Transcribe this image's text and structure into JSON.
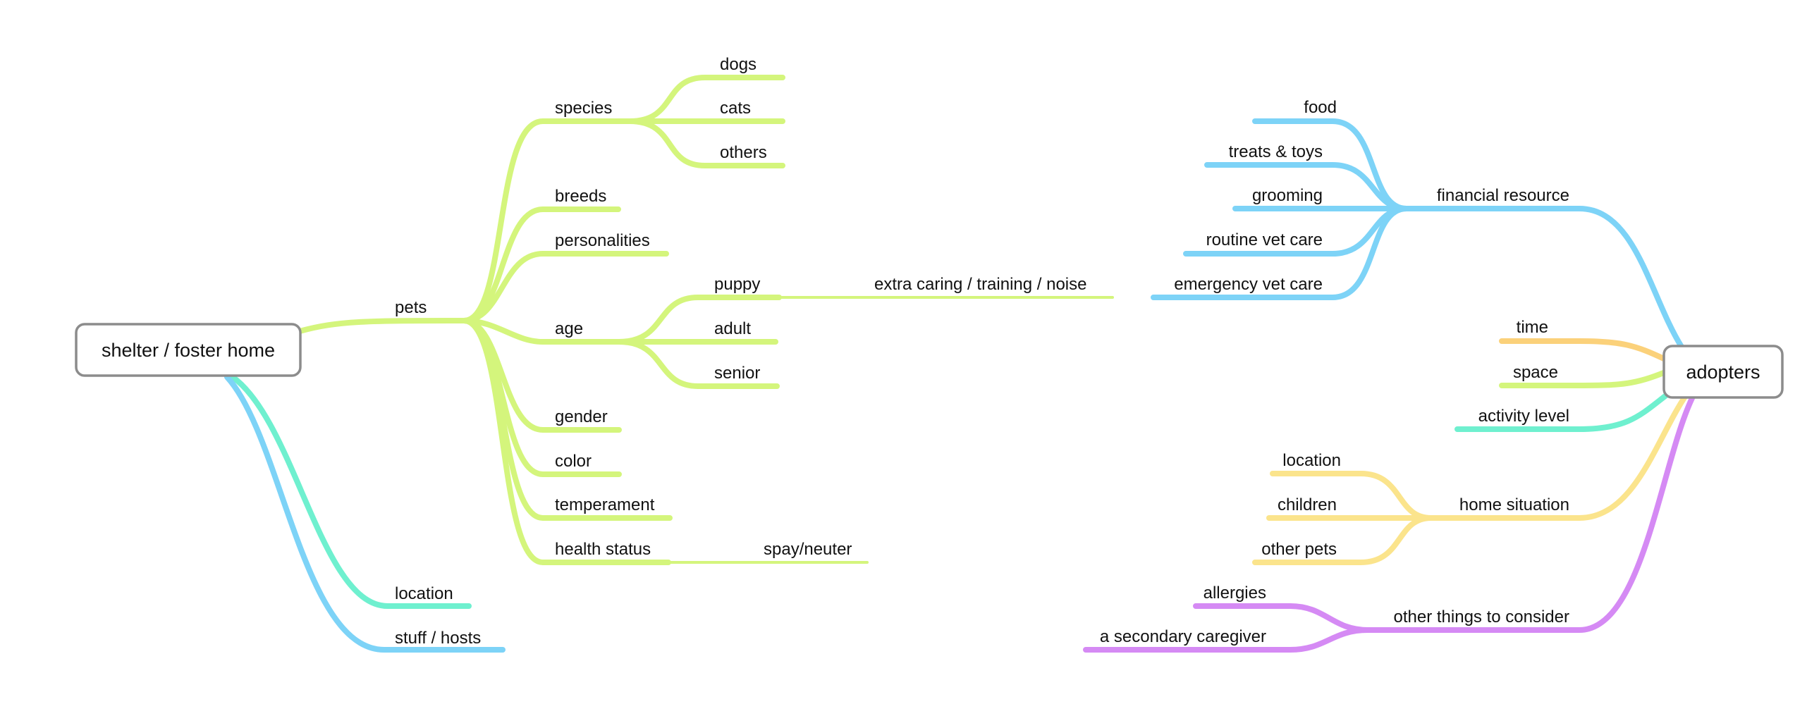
{
  "colors": {
    "green": "#d4f57c",
    "blue": "#7dd3f7",
    "teal": "#6ff0cf",
    "orange": "#fbd17a",
    "yellow": "#fbe48c",
    "purple": "#d58af4",
    "root_border": "#8c8c8c",
    "text": "#111111"
  },
  "left_root": {
    "label": "shelter / foster home",
    "branches": {
      "pets": {
        "label": "pets",
        "species": {
          "label": "species",
          "children": [
            "dogs",
            "cats",
            "others"
          ]
        },
        "breeds": "breeds",
        "personalities": "personalities",
        "age": {
          "label": "age",
          "puppy": "puppy",
          "puppy_note": "extra caring / training / noise",
          "adult": "adult",
          "senior": "senior"
        },
        "gender": "gender",
        "color": "color",
        "temperament": "temperament",
        "health_status": "health status",
        "spay_neuter": "spay/neuter"
      },
      "location": "location",
      "stuff_hosts": "stuff / hosts"
    }
  },
  "right_root": {
    "label": "adopters",
    "financial": {
      "label": "financial resource",
      "children": [
        "food",
        "treats & toys",
        "grooming",
        "routine vet care",
        "emergency vet care"
      ]
    },
    "time": "time",
    "space": "space",
    "activity_level": "activity level",
    "home_situation": {
      "label": "home situation",
      "children": [
        "location",
        "children",
        "other pets"
      ]
    },
    "other_things": {
      "label": "other things to consider",
      "children": [
        "allergies",
        "a secondary caregiver"
      ]
    }
  }
}
